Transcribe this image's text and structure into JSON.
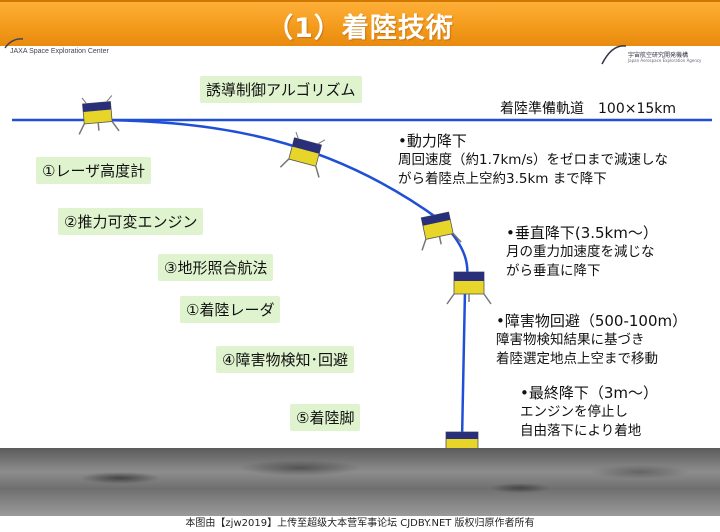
{
  "title": "（1）着陸技術",
  "logos": {
    "left_text": "JAXA Space Exploration Center",
    "right_text": "宇宙航空研究開発機構",
    "right_subtext": "Japan Aerospace Exploration Agency"
  },
  "orbit": {
    "label": "着陸準備軌道　100×15km"
  },
  "technologies": [
    "誘導制御アルゴリズム",
    "①レーザ高度計",
    "②推力可変エンジン",
    "③地形照合航法",
    "①着陸レーダ",
    "④障害物検知･回避",
    "⑤着陸脚"
  ],
  "phases": [
    {
      "heading": "•動力降下",
      "lines": [
        "周回速度（約1.7km/s）をゼロまで減速しな",
        "がら着陸点上空約3.5km まで降下"
      ]
    },
    {
      "heading": "•垂直降下(3.5km～）",
      "lines": [
        "月の重力加速度を減じな",
        "がら垂直に降下"
      ]
    },
    {
      "heading": "•障害物回避（500-100m）",
      "lines": [
        "障害物検知結果に基づき",
        "着陸選定地点上空まで移動"
      ]
    },
    {
      "heading": "•最終降下（3m～）",
      "lines": [
        "エンジンを停止し",
        "自由落下により着地"
      ]
    }
  ],
  "footer": "本图由【zjw2019】上传至超级大本营军事论坛 CJDBY.NET 版权归原作者所有",
  "colors": {
    "title_bar": "#f39a1b",
    "trajectory": "#1f4fd6",
    "label_bg": "#dff3cf",
    "lander_body": "#e8d52a",
    "lander_panel": "#2a2f7a"
  }
}
